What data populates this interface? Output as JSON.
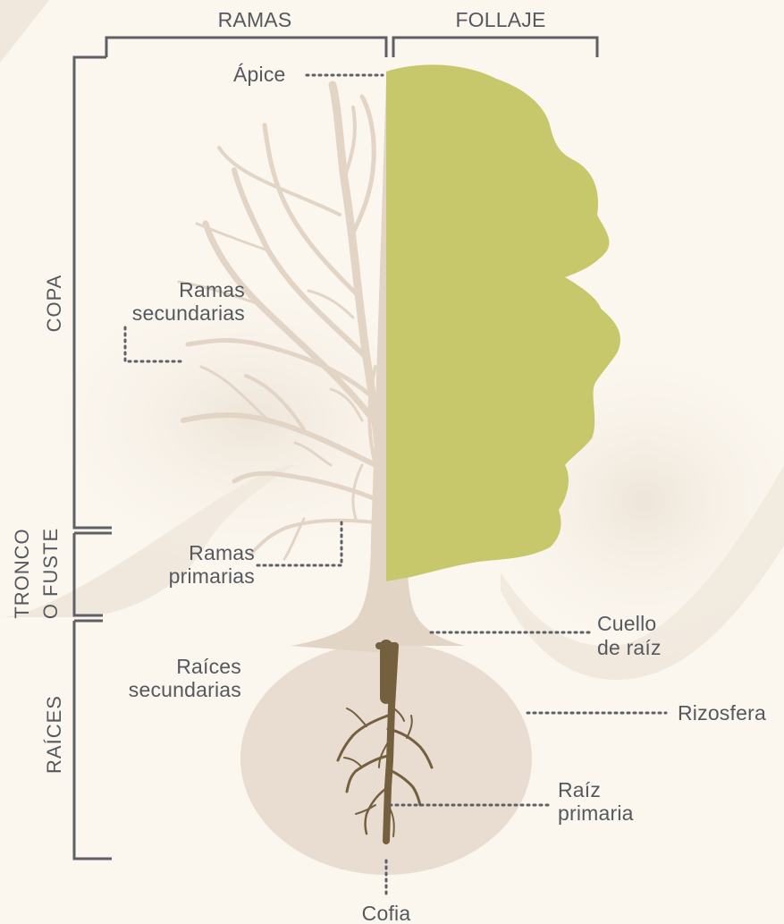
{
  "header": {
    "ramas": "RAMAS",
    "follaje": "FOLLAJE"
  },
  "sections": {
    "copa": "COPA",
    "tronco_line1": "TRONCO",
    "tronco_line2": "O FUSTE",
    "raices": "RAÍCES"
  },
  "labels": {
    "apice": "Ápice",
    "ramas_secundarias_1": "Ramas",
    "ramas_secundarias_2": "secundarias",
    "ramas_primarias_1": "Ramas",
    "ramas_primarias_2": "primarias",
    "cuello_1": "Cuello",
    "cuello_2": "de raíz",
    "raices_secundarias_1": "Raíces",
    "raices_secundarias_2": "secundarias",
    "rizosfera": "Rizosfera",
    "raiz_primaria_1": "Raíz",
    "raiz_primaria_2": "primaria",
    "cofia": "Cofia"
  },
  "colors": {
    "background": "#fbf6ee",
    "foliage": "#c7c86c",
    "branches": "#e3d5c6",
    "root_zone": "#e8ddd0",
    "roots": "#74603f",
    "lines": "#5e6065"
  }
}
